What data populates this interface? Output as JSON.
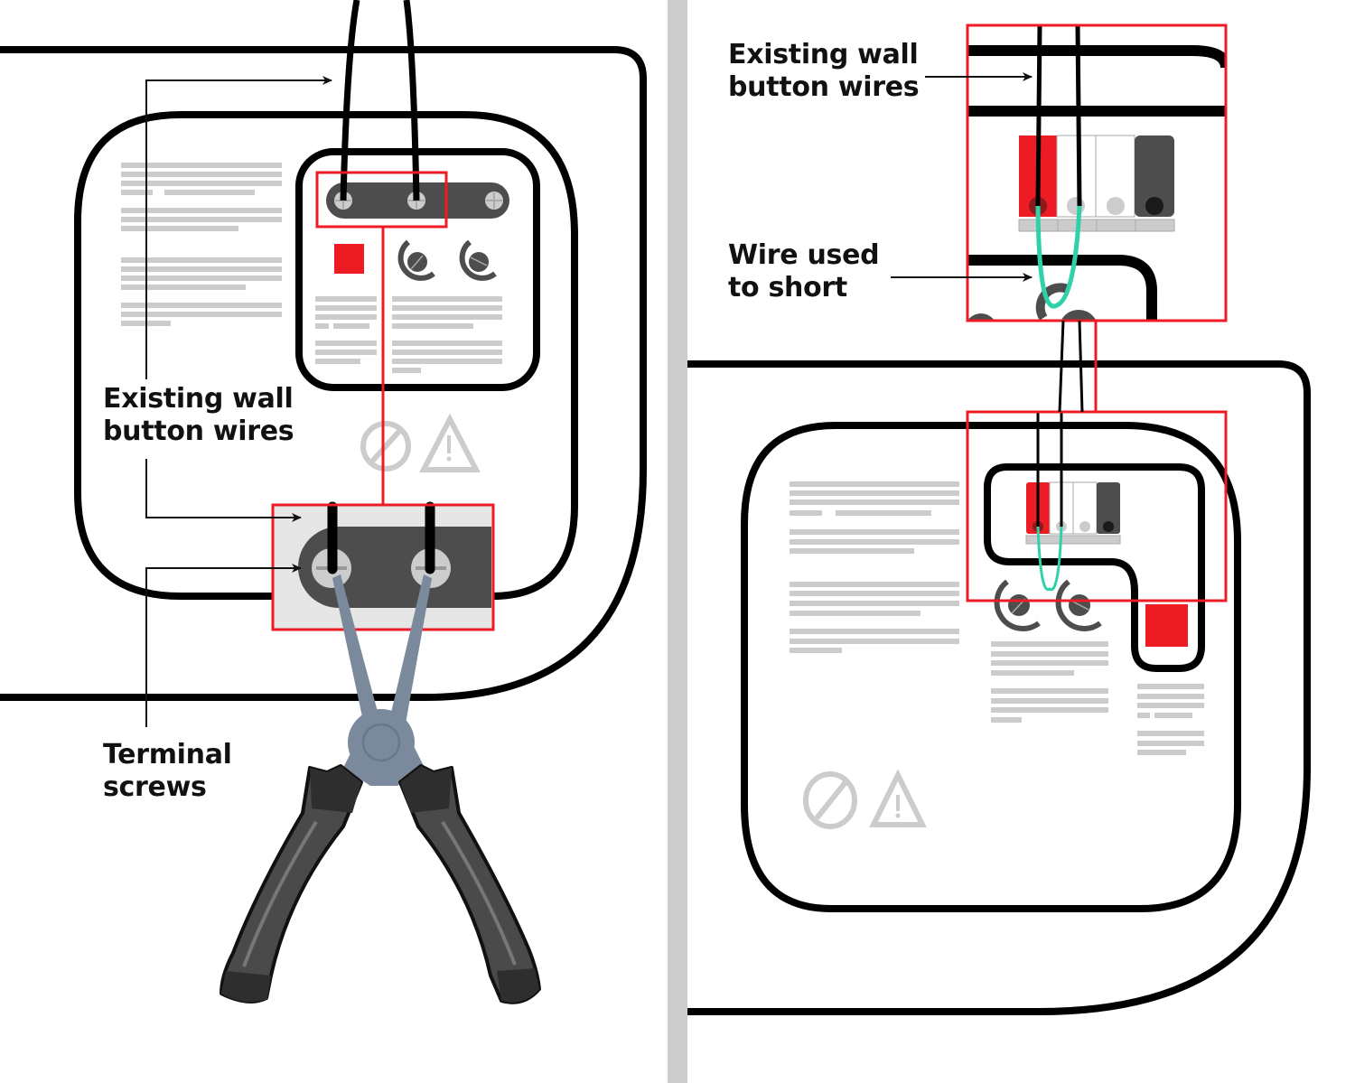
{
  "figure": {
    "panels": [
      {
        "id": "left",
        "description": "Removing wall button wires from terminal screws with pliers",
        "labels": {
          "top_wires": {
            "line1": "Existing wall",
            "line2": "button wires"
          },
          "terminal": {
            "line1": "Terminal",
            "line2": "screws"
          }
        }
      },
      {
        "id": "right",
        "description": "Shorting wall button wires with a jumper wire",
        "labels": {
          "top_wires": {
            "line1": "Existing wall",
            "line2": "button wires"
          },
          "short_wire": {
            "line1": "Wire used",
            "line2": "to short"
          }
        }
      }
    ],
    "colors": {
      "highlight_red": "#ed1c24",
      "short_wire_teal": "#2fd1a8",
      "outline_black": "#000000",
      "terminal_dark": "#4d4d4d",
      "placeholder_gray": "#cccccc",
      "pliers_jaw": "#7a8a9c",
      "pliers_handle": "#4a4a4a",
      "divider_gray": "#cccccc"
    },
    "icons": [
      "no-entry-icon",
      "warning-triangle-icon",
      "screw-icon",
      "dial-icon",
      "pliers-icon",
      "arrow-icon"
    ]
  }
}
